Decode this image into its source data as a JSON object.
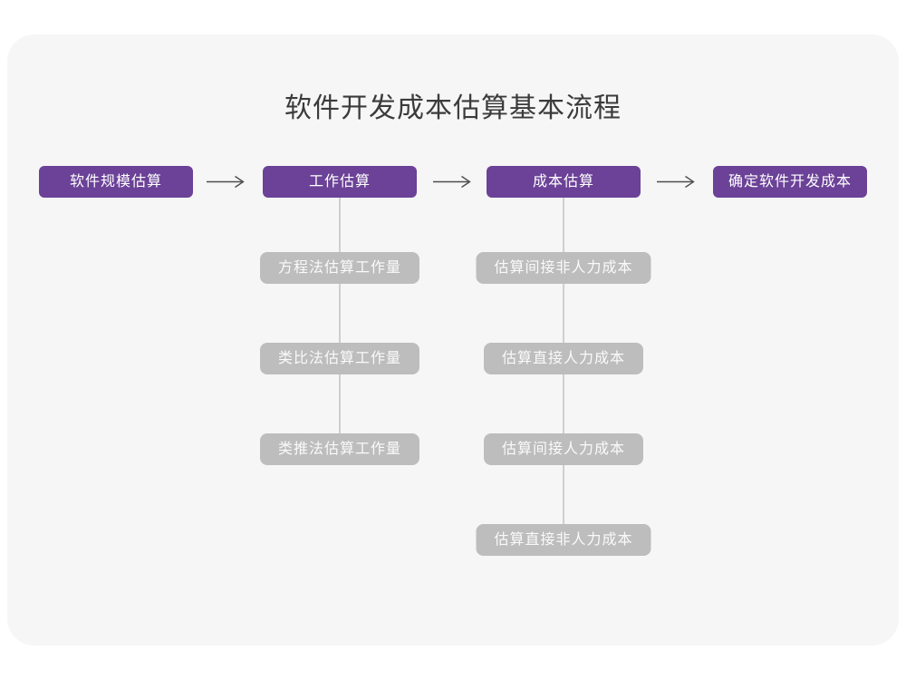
{
  "title": "软件开发成本估算基本流程",
  "colors": {
    "stage_fill": "#6b4297",
    "stage_text": "#ffffff",
    "substep_fill": "#bdbdbd",
    "substep_text": "#fafafa",
    "card_background": "#f6f6f6",
    "page_background": "#ffffff",
    "connector": "#cfcfcf",
    "arrow": "#4d4d4d",
    "title_text": "#3b3b3b"
  },
  "flow": {
    "stages": [
      {
        "label": "软件规模估算",
        "children": []
      },
      {
        "label": "工作估算",
        "children": [
          "方程法估算工作量",
          "类比法估算工作量",
          "类推法估算工作量"
        ]
      },
      {
        "label": "成本估算",
        "children": [
          "估算间接非人力成本",
          "估算直接人力成本",
          "估算间接人力成本",
          "估算直接非人力成本"
        ]
      },
      {
        "label": "确定软件开发成本",
        "children": []
      }
    ],
    "arrow_glyph": "⟶"
  }
}
